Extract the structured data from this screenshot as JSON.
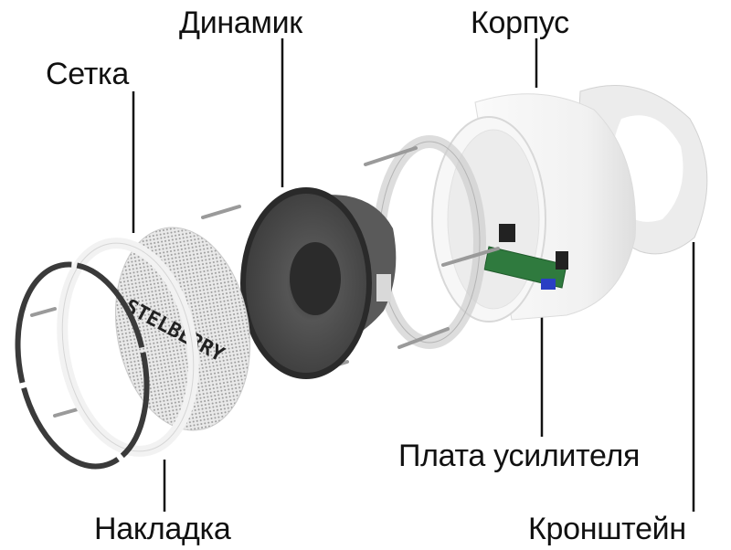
{
  "diagram": {
    "type": "exploded-view",
    "subject": "ceiling speaker assembly",
    "labels": {
      "grille": "Сетка",
      "driver": "Динамик",
      "housing": "Корпус",
      "trim_ring": "Накладка",
      "amp_board": "Плата усилителя",
      "bracket": "Кронштейн"
    },
    "grille_brand": "STELBERRY",
    "colors": {
      "text": "#111111",
      "leader_line": "#111111",
      "gasket": "#3a3a3a",
      "driver_cone": "#4a4a4a",
      "housing": "#f4f4f4",
      "pcb": "#2f7a3e",
      "capacitor": "#2a3fc4"
    }
  }
}
